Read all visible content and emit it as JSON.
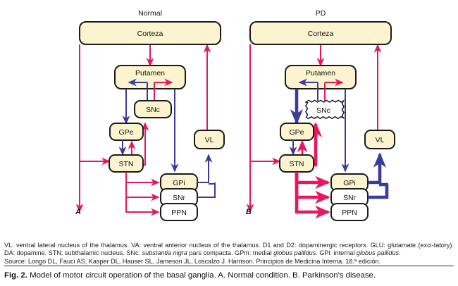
{
  "figure": {
    "panels": [
      {
        "id": "A",
        "letter": "A",
        "title": "Normal",
        "nodes": [
          {
            "key": "cortex",
            "label": "Corteza",
            "fill": "cream"
          },
          {
            "key": "putamen",
            "label": "Putamen",
            "fill": "cream"
          },
          {
            "key": "snc",
            "label": "SNc",
            "fill": "cream",
            "border": "solid"
          },
          {
            "key": "gpe",
            "label": "GPe",
            "fill": "cream"
          },
          {
            "key": "stn",
            "label": "STN",
            "fill": "cream"
          },
          {
            "key": "vl",
            "label": "VL",
            "fill": "cream"
          },
          {
            "key": "gpi",
            "label": "GPi",
            "fill": "cream"
          },
          {
            "key": "snr",
            "label": "SNr",
            "fill": "white"
          },
          {
            "key": "ppn",
            "label": "PPN",
            "fill": "white"
          }
        ]
      },
      {
        "id": "B",
        "letter": "B",
        "title": "PD",
        "nodes": [
          {
            "key": "cortex",
            "label": "Corteza",
            "fill": "cream"
          },
          {
            "key": "putamen",
            "label": "Putamen",
            "fill": "cream"
          },
          {
            "key": "snc",
            "label": "SNc",
            "fill": "white",
            "border": "jagged"
          },
          {
            "key": "gpe",
            "label": "GPe",
            "fill": "cream"
          },
          {
            "key": "stn",
            "label": "STN",
            "fill": "cream"
          },
          {
            "key": "vl",
            "label": "VL",
            "fill": "cream"
          },
          {
            "key": "gpi",
            "label": "GPi",
            "fill": "cream"
          },
          {
            "key": "snr",
            "label": "SNr",
            "fill": "white"
          },
          {
            "key": "ppn",
            "label": "PPN",
            "fill": "white"
          }
        ]
      }
    ],
    "colors": {
      "excitatory_red": "#E8175D",
      "inhibitory_blue": "#3B3B9B",
      "node_fill_cream": "#FBF4CF",
      "node_fill_white": "#FFFFFF",
      "node_stroke": "#1A1A1A",
      "background": "#FFFFFF"
    },
    "legend_semantics": {
      "red": "excitatory / glutamatergic or dopaminergic projection",
      "blue": "inhibitory projection",
      "thick_line": "increased activity in Parkinson's disease",
      "jagged_box": "degenerated substantia nigra pars compacta"
    }
  },
  "notes": {
    "line1_a": "VL: ventral lateral nucleus of the thalamus. VA: ventral anterior nucleus of the thalamus. D1 and D2: dopaminergic receptors. GLU: glutamate (exci-",
    "line2_a": "tatory). DA: dopamine. STN: subthalamic nucleus. SNc: ",
    "line2_it1": "substantia nigra",
    "line2_b": " pars compacta. GPm: medial ",
    "line2_it2": "globus pallidus",
    "line2_c": ". GPi: internal ",
    "line2_it3": "globus pallidus",
    "line2_d": ".",
    "line3": "Source: Longo DL, Fauci AS, Kasper DL, Hauser SL, Jameson JL, Loscalzo J. Harrison. Principios de Medicina Interna. 18.ª edición."
  },
  "caption": {
    "lead": "Fig. 2.",
    "text": "Model of motor circuit operation of the basal ganglia. A. Normal condition. B. Parkinson's disease."
  }
}
